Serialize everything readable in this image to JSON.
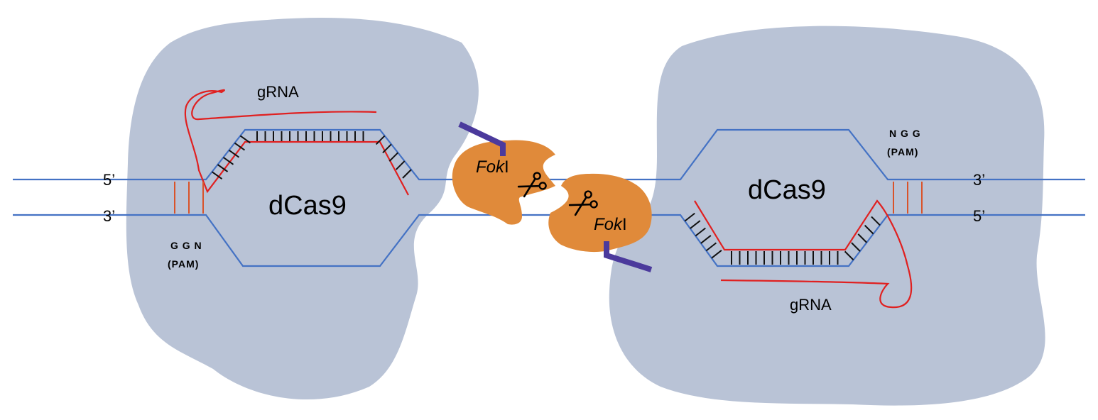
{
  "labels": {
    "left_top_end": "5’",
    "left_bottom_end": "3’",
    "right_top_end": "3’",
    "right_bottom_end": "5’",
    "left_protein": "dCas9",
    "right_protein": "dCas9",
    "left_grna": "gRNA",
    "right_grna": "gRNA",
    "left_pam_seq": "G G N",
    "left_pam_tag": "(PAM)",
    "right_pam_seq": "N G G",
    "right_pam_tag": "(PAM)",
    "nuclease_italic": "Fok",
    "nuclease_suffix": "I"
  },
  "colors": {
    "dna_strand": "#4472c4",
    "guide_rna": "#e02020",
    "dcas9_body": "#b9c3d6",
    "foki_domain": "#e08a3a",
    "linker": "#4b3a9c",
    "pam_pairs": "#d9532a"
  }
}
